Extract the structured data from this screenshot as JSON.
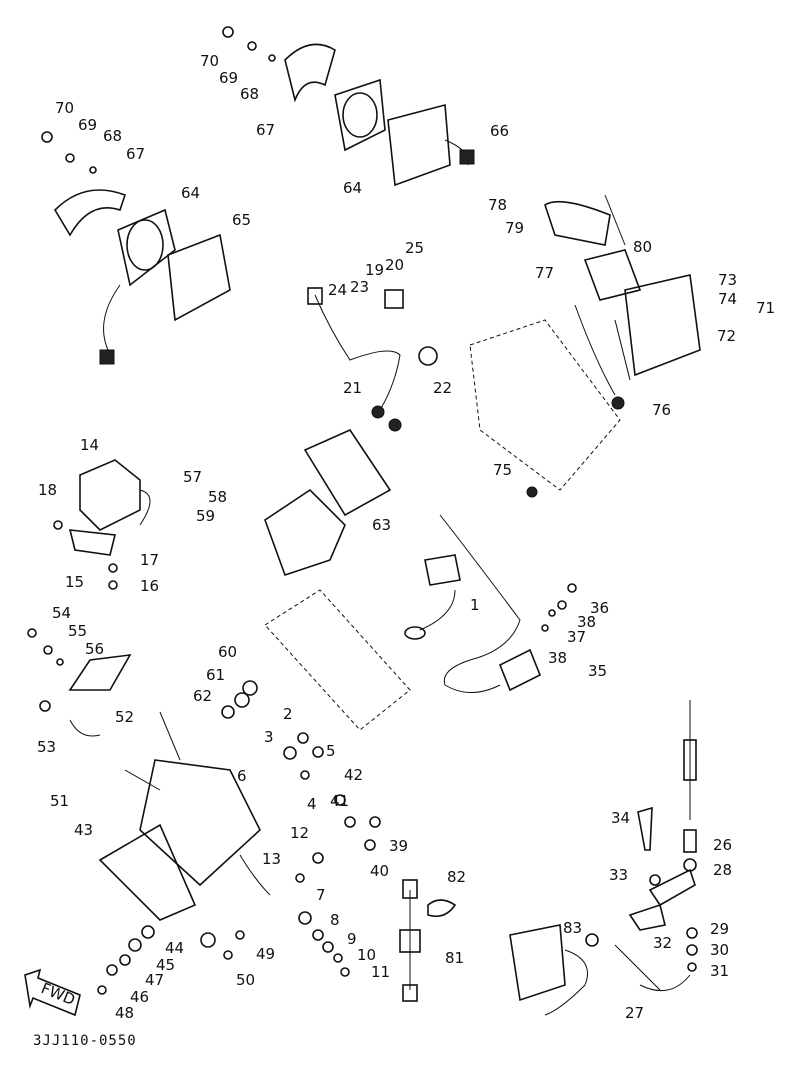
{
  "figure_id": "3JJ110-0550",
  "fwd_label": "FWD",
  "callouts": [
    "70",
    "69",
    "68",
    "67",
    "64",
    "66",
    "70",
    "69",
    "68",
    "67",
    "64",
    "65",
    "78",
    "79",
    "80",
    "77",
    "73",
    "74",
    "71",
    "72",
    "25",
    "20",
    "19",
    "24",
    "23",
    "21",
    "22",
    "76",
    "75",
    "14",
    "18",
    "17",
    "16",
    "15",
    "57",
    "58",
    "59",
    "63",
    "1",
    "36",
    "38",
    "37",
    "38",
    "35",
    "54",
    "55",
    "56",
    "52",
    "53",
    "60",
    "61",
    "62",
    "2",
    "3",
    "5",
    "4",
    "42",
    "41",
    "39",
    "40",
    "6",
    "43",
    "51",
    "12",
    "13",
    "7",
    "8",
    "9",
    "10",
    "11",
    "82",
    "81",
    "83",
    "34",
    "26",
    "33",
    "28",
    "29",
    "30",
    "31",
    "32",
    "27",
    "44",
    "45",
    "47",
    "46",
    "48",
    "49",
    "50"
  ]
}
